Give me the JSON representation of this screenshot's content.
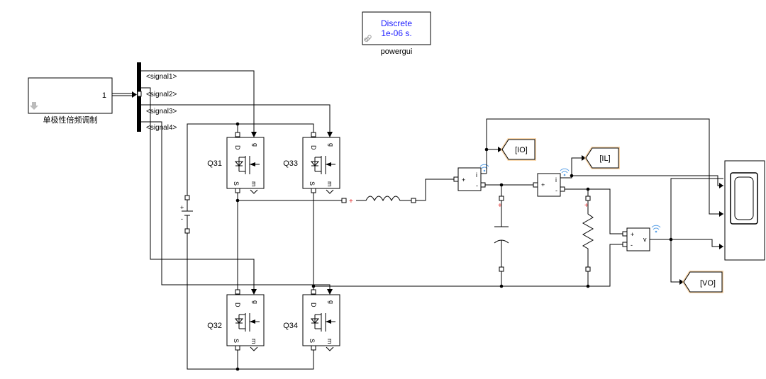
{
  "powergui": {
    "mode": "Discrete",
    "sample_time": "1e-06 s.",
    "name": "powergui"
  },
  "modulator": {
    "name": "单极性倍频调制",
    "port_label": "1"
  },
  "bus": {
    "signals": [
      "<signal1>",
      "<signal2>",
      "<signal3>",
      "<signal4>"
    ]
  },
  "mosfets": [
    {
      "name": "Q31",
      "pins": {
        "d": "D",
        "g": "g",
        "s": "S",
        "m": "m"
      }
    },
    {
      "name": "Q33",
      "pins": {
        "d": "D",
        "g": "g",
        "s": "S",
        "m": "m"
      }
    },
    {
      "name": "Q32",
      "pins": {
        "d": "D",
        "g": "g",
        "s": "S",
        "m": "m"
      }
    },
    {
      "name": "Q34",
      "pins": {
        "d": "D",
        "g": "g",
        "s": "S",
        "m": "m"
      }
    }
  ],
  "sensors": {
    "current1": {
      "plus": "+",
      "minus": "-",
      "out": "i"
    },
    "current2": {
      "plus": "+",
      "minus": "-",
      "out": "i"
    },
    "voltage": {
      "plus": "+",
      "minus": "-",
      "out": "v"
    }
  },
  "goto_tags": {
    "io": "[IO]",
    "il": "[IL]",
    "vo": "[VO]"
  },
  "dc_source": {
    "plus": "+",
    "minus": "-"
  }
}
